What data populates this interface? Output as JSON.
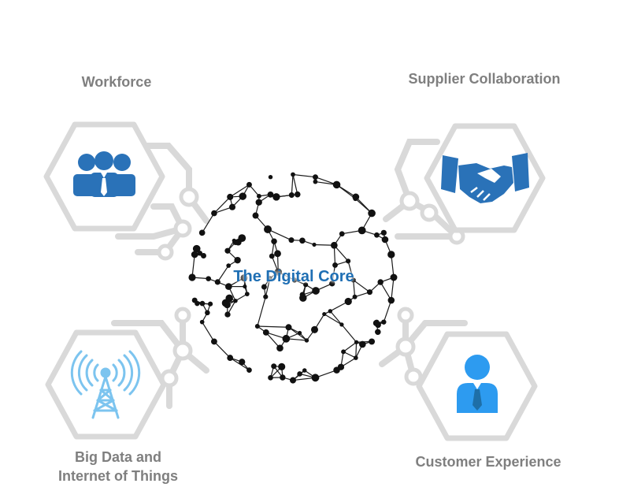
{
  "diagram": {
    "center_label": "The Digital Core",
    "nodes": [
      {
        "id": "workforce",
        "label": "Workforce",
        "icon": "people-group-icon"
      },
      {
        "id": "supplier",
        "label": "Supplier Collaboration",
        "icon": "handshake-icon"
      },
      {
        "id": "bigdata",
        "label_line1": "Big Data and",
        "label_line2": "Internet of Things",
        "icon": "radio-tower-icon"
      },
      {
        "id": "customer",
        "label": "Customer Experience",
        "icon": "person-icon"
      }
    ]
  },
  "colors": {
    "icon_blue": "#2a72b8",
    "icon_light_blue": "#2d9bf0",
    "tower_blue": "#7cc4ef",
    "title_blue": "#1f6fb4",
    "label_gray": "#7f7f7f",
    "hex_gray": "#d9d9d9"
  }
}
